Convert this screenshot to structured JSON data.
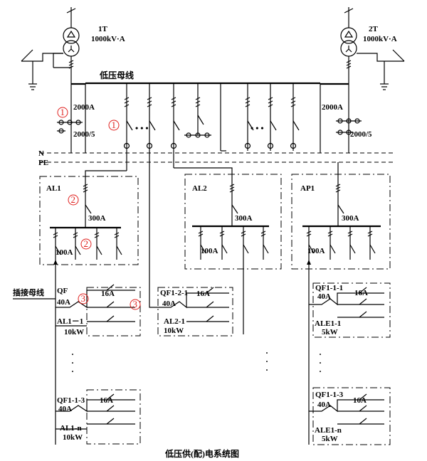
{
  "title": "低压供(配)电系统图",
  "transformers": {
    "t1": {
      "name": "1T",
      "rating": "1000kV·A"
    },
    "t2": {
      "name": "2T",
      "rating": "1000kV·A"
    }
  },
  "busbar_label": "低压母线",
  "plug_busbar_label": "插接母线",
  "incomers": {
    "left": {
      "breaker": "2000A",
      "ct": "2000/5"
    },
    "right": {
      "breaker": "2000A",
      "ct": "2000/5"
    }
  },
  "conductors": {
    "n": "N",
    "pe": "PE"
  },
  "markers": {
    "m1": "1",
    "m2": "2",
    "m3": "3"
  },
  "panels": {
    "al1": {
      "name": "AL1",
      "main": "300A",
      "branch": "100A"
    },
    "al2": {
      "name": "AL2",
      "main": "300A",
      "branch": "100A"
    },
    "ap1": {
      "name": "AP1",
      "main": "300A",
      "branch": "100A"
    }
  },
  "sub_boards": {
    "b1": {
      "qf": "QF",
      "rating": "40A",
      "branch": "16A",
      "name": "AL1－1",
      "power": "10kW"
    },
    "b2": {
      "qf": "QF1-2-1",
      "rating": "40A",
      "branch": "16A",
      "name": "AL2-1",
      "power": "10kW"
    },
    "b3": {
      "qf": "QF1-1-1",
      "rating": "40A",
      "branch": "16A",
      "name": "ALE1-1",
      "power": "5kW"
    },
    "b4": {
      "qf": "QF1-1-3",
      "rating": "40A",
      "branch": "16A",
      "name": "AL1-n",
      "power": "10kW"
    },
    "b5": {
      "qf": "QF1-1-3",
      "rating": "40A",
      "branch": "16A",
      "name": "ALE1-n",
      "power": "5kW"
    }
  },
  "colors": {
    "line": "#000000",
    "marker": "#e0201e"
  }
}
